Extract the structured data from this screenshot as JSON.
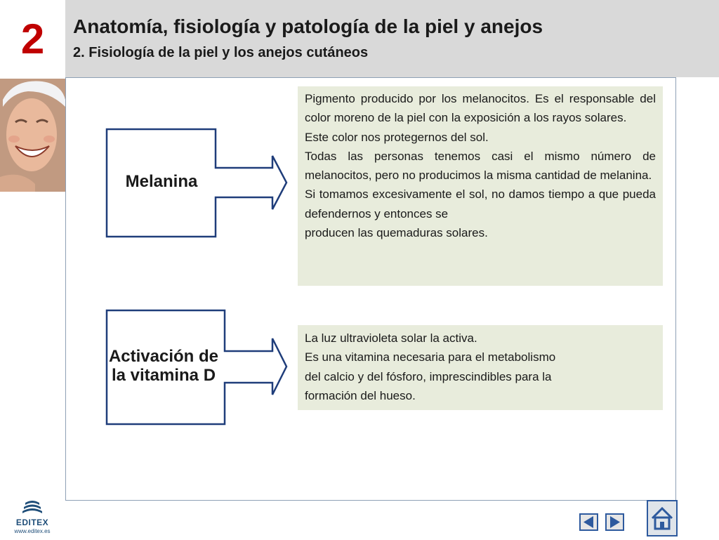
{
  "header": {
    "chapter_number": "2",
    "title": "Anatomía, fisiología y patología de la piel y anejos",
    "subtitle": "2. Fisiología de la piel y los anejos cutáneos"
  },
  "sections": [
    {
      "label": "Melanina",
      "paragraphs": [
        "Pigmento producido por los melanocitos. Es el responsable del color moreno de la piel con la exposición a los rayos solares.",
        "Este color nos protegernos del sol.",
        "Todas las personas tenemos casi el mismo número de melanocitos, pero no producimos la misma cantidad de melanina.",
        "Si tomamos excesivamente el sol, no damos tiempo a que pueda defendernos y entonces se",
        "producen las quemaduras solares."
      ]
    },
    {
      "label_line1": "Activación de",
      "label_line2": "la vitamina D",
      "paragraphs": [
        "La luz ultravioleta solar la activa.",
        "Es una vitamina necesaria para el metabolismo",
        "del calcio y del fósforo, imprescindibles para la",
        "formación del hueso."
      ]
    }
  ],
  "logo": {
    "name": "EDITEX",
    "url": "www.editex.es"
  },
  "nav": {
    "prev_icon": "left-triangle-icon",
    "next_icon": "right-triangle-icon",
    "home_icon": "home-icon"
  },
  "colors": {
    "chapter_number": "#c00000",
    "header_bg": "#d9d9d9",
    "textbox_bg": "#e8ecdc",
    "arrow_stroke": "#1f3d7a",
    "nav_blue": "#2e5a9e"
  }
}
